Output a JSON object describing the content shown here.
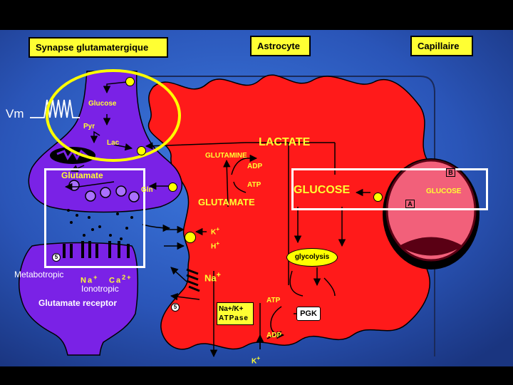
{
  "titles": {
    "synapse": "Synapse glutamatergique",
    "astrocyte": "Astrocyte",
    "capillaire": "Capillaire"
  },
  "neuron": {
    "vm": "Vm",
    "glucose": "Glucose",
    "pyr": "Pyr",
    "lac": "Lac",
    "glutamate": "Glutamate",
    "gln": "Gln",
    "metabotropic": "Metabotropic",
    "na": "Na",
    "na_sup": "+",
    "ca": "Ca",
    "ca_sup": "2+",
    "ionotropic": "Ionotropic",
    "receptor": "Glutamate receptor",
    "receptor_marker": "5"
  },
  "astrocyte": {
    "lactate": "LACTATE",
    "glutamine": "GLUTAMINE",
    "adp_top": "ADP",
    "atp_top": "ATP",
    "glutamate": "GLUTAMATE",
    "glucose": "GLUCOSE",
    "k": "K",
    "k_sup": "+",
    "h": "H",
    "h_sup": "+",
    "na": "Na",
    "na_sup": "+",
    "glycolysis": "glycolysis",
    "pump_line1": "Na+/K+",
    "pump_line2": "ATPase",
    "atp_bottom": "ATP",
    "adp_bottom": "ADP",
    "pgk": "PGK",
    "k_bottom": "K",
    "k_bottom_sup": "+",
    "marker": "5"
  },
  "capillary": {
    "glucose": "GLUCOSE",
    "marker_b": "B",
    "marker_a": "A"
  },
  "colors": {
    "neuron": "#7a22e6",
    "astrocyte": "#ff1a1a",
    "capillary": "#f2607a",
    "highlight": "#ffff00",
    "background": "#2c5fc6"
  }
}
